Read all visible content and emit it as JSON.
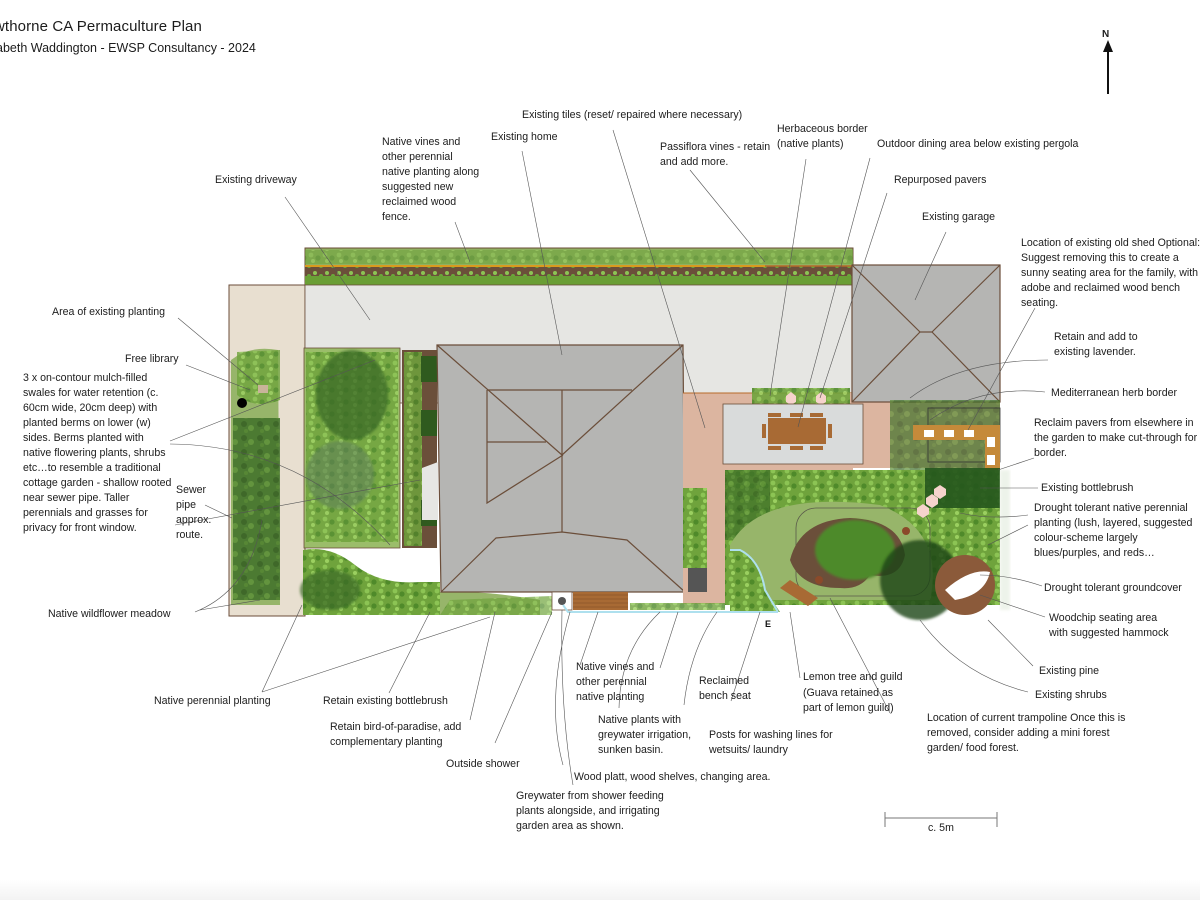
{
  "header": {
    "title": "wthorne CA Permaculture Plan",
    "subtitle": "abeth Waddington - EWSP Consultancy - 2024"
  },
  "compass": {
    "letter": "N"
  },
  "scale": {
    "label": "c. 5m"
  },
  "colors": {
    "roof": "#b5b5b3",
    "roof_line": "#6b4e3a",
    "driveway": "#e6e6e3",
    "path": "#e8dfd0",
    "pavers": "#dcb5a0",
    "lawn": "#97b56a",
    "planting_dark": "#3e6e2a",
    "planting_light": "#7fb446",
    "soil": "#6b4f3a",
    "fence": "#d99a1e",
    "wood": "#a86a34",
    "greywater": "#aee0ee",
    "dining_pad": "#d9dbdb"
  },
  "labels": {
    "existing_driveway": "Existing driveway",
    "native_vines_fence": "Native vines and other perennial native planting along suggested new reclaimed wood fence.",
    "existing_home": "Existing home",
    "existing_tiles": "Existing tiles (reset/ repaired where necessary)",
    "passiflora": "Passiflora vines - retain and add more.",
    "herbaceous_border": "Herbaceous border (native plants)",
    "outdoor_dining": "Outdoor dining area below existing pergola",
    "repurposed_pavers": "Repurposed pavers",
    "existing_garage": "Existing garage",
    "old_shed": "Location of existing old shed Optional: Suggest removing this to create a sunny seating area for the family, with adobe and reclaimed wood bench seating.",
    "lavender": "Retain and add to existing lavender.",
    "herb_border": "Mediterranean herb border",
    "reclaim_pavers": "Reclaim pavers from elsewhere in the garden to make cut-through for border.",
    "existing_bottlebrush_e": "Existing bottlebrush",
    "drought_perennial": "Drought tolerant native perennial planting (lush, layered, suggested colour-scheme largely blues/purples, and reds…",
    "drought_groundcover": "Drought tolerant groundcover",
    "woodchip_seating": "Woodchip seating area with suggested hammock",
    "existing_pine": "Existing pine",
    "existing_shrubs": "Existing shrubs",
    "area_existing_planting": "Area of existing planting",
    "free_library": "Free library",
    "swales": "3 x on-contour mulch-filled swales for water retention (c. 60cm wide, 20cm deep) with planted berms on lower (w) sides. Berms planted with native flowering plants, shrubs etc…to resemble a traditional cottage garden - shallow rooted near sewer pipe. Taller perennials and grasses for privacy for front window.",
    "sewer_pipe": "Sewer pipe approx. route.",
    "wildflower_meadow": "Native wildflower meadow",
    "native_perennial": "Native perennial planting",
    "retain_bottlebrush": "Retain existing bottlebrush",
    "bird_of_paradise": "Retain bird-of-paradise, add complementary planting",
    "outside_shower": "Outside shower",
    "greywater_shower": "Greywater from shower feeding plants alongside, and irrigating garden area as shown.",
    "native_vines_s": "Native vines and other perennial native planting",
    "native_greywater": "Native plants with greywater irrigation, sunken basin.",
    "wood_platt": "Wood platt, wood shelves, changing area.",
    "reclaimed_bench": "Reclaimed bench seat",
    "washing_posts": "Posts for washing lines for wetsuits/ laundry",
    "lemon_tree": "Lemon tree and guild",
    "guava": "(Guava retained as part of lemon guild)",
    "trampoline": "Location of current trampoline Once this is removed, consider adding a mini forest garden/ food forest.",
    "east_marker": "E"
  }
}
